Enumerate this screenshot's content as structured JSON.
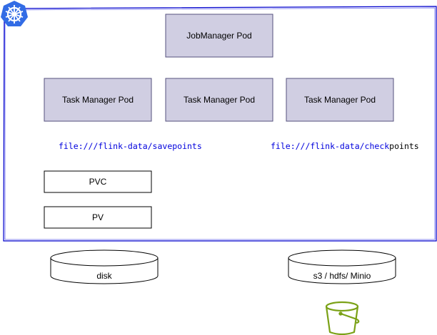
{
  "cluster": {
    "icon": "kubernetes-icon",
    "border_color": "#0000cc",
    "icon_color": "#326ce5"
  },
  "pods": {
    "jobmanager": "JobManager Pod",
    "taskmanagers": [
      "Task Manager Pod",
      "Task Manager Pod",
      "Task Manager Pod"
    ],
    "fill": "#d0cee2",
    "stroke": "#56517e"
  },
  "paths": {
    "savepoints": "file:///flink-data/savepoints",
    "checkpoints_prefix": "file:///flink-data/check",
    "checkpoints_suffix": "points",
    "color": "#0000dd"
  },
  "volumes": {
    "pvc": "PVC",
    "pv": "PV"
  },
  "storage": {
    "disk": "disk",
    "object": "s3 / hdfs/ Minio"
  },
  "bucket": {
    "icon": "s3-bucket-icon",
    "color": "#7aa116"
  }
}
